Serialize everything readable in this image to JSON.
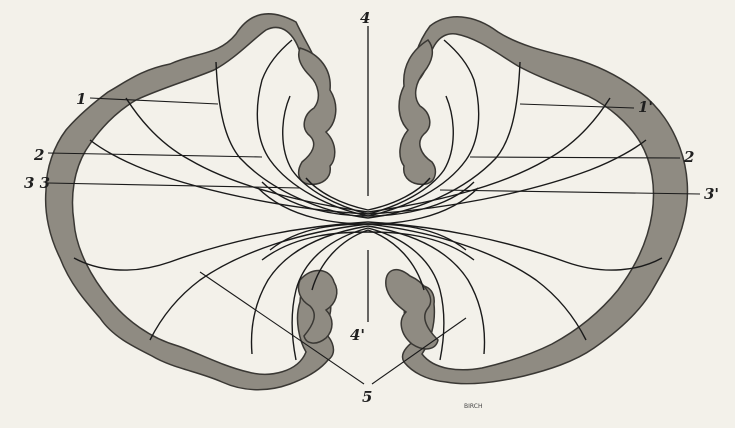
{
  "figure": {
    "labels": {
      "l1": "1",
      "l1p": "1'",
      "l2": "2",
      "l2p": "2",
      "l3": "3 3",
      "l3p": "3'",
      "l4": "4",
      "l4p": "4'",
      "l5": "5"
    },
    "engraver_mark": "BIRCH"
  },
  "colors": {
    "paper": "#f3f1ea",
    "cortex_fill": "#8f8b82",
    "line": "#1a1a1a"
  }
}
